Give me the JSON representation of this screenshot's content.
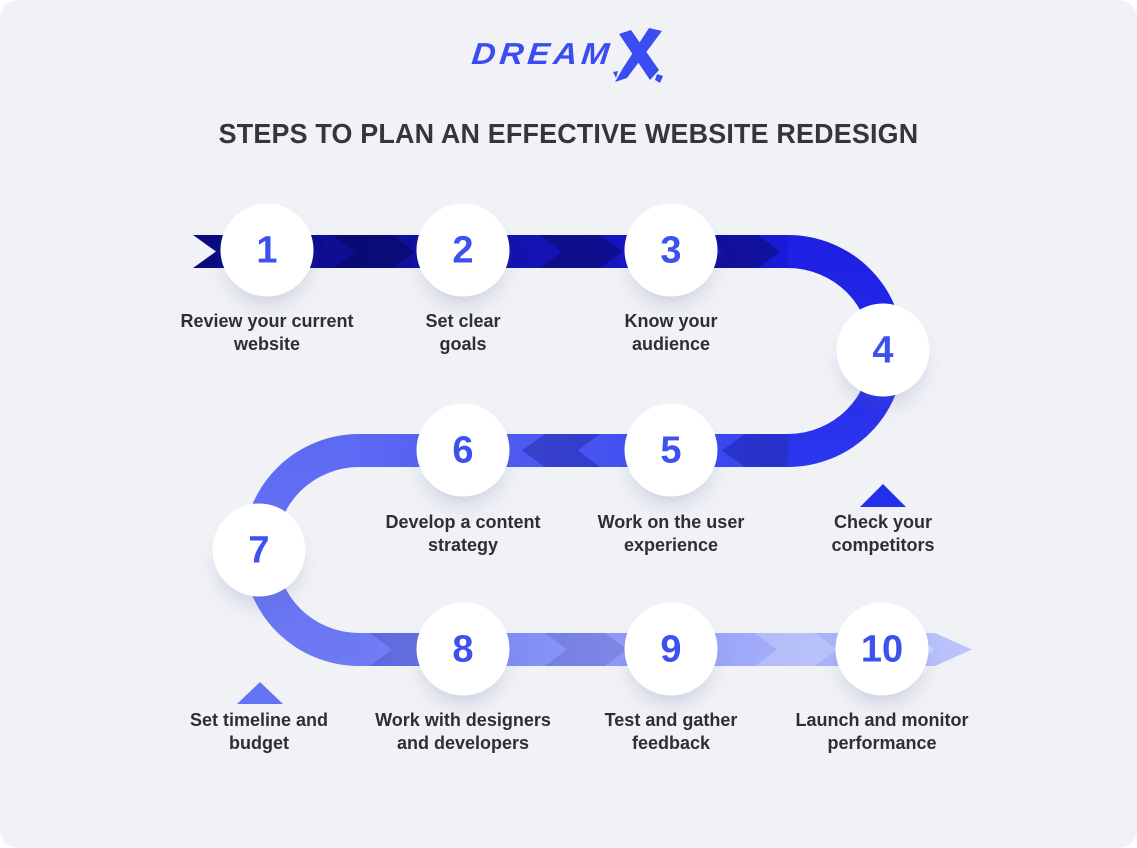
{
  "logo": {
    "text": "DREAM",
    "x_text": "X"
  },
  "title": "STEPS TO PLAN AN EFFECTIVE WEBSITE REDESIGN",
  "steps": [
    {
      "number": "1",
      "label": "Review your current\nwebsite"
    },
    {
      "number": "2",
      "label": "Set clear\ngoals"
    },
    {
      "number": "3",
      "label": "Know your\naudience"
    },
    {
      "number": "4",
      "label": "Check your\ncompetitors"
    },
    {
      "number": "5",
      "label": "Work on the user\nexperience"
    },
    {
      "number": "6",
      "label": "Develop a content\nstrategy"
    },
    {
      "number": "7",
      "label": "Set timeline and\nbudget"
    },
    {
      "number": "8",
      "label": "Work with designers\nand developers"
    },
    {
      "number": "9",
      "label": "Test and gather\nfeedback"
    },
    {
      "number": "10",
      "label": "Launch and monitor\nperformance"
    }
  ],
  "palette": {
    "background": "#f1f2f6",
    "band_start": "#0a0a7d",
    "band_row1_end": "#1a1ad8",
    "curve_right_top": "#1d1fe3",
    "curve_right_bottom": "#2c36ee",
    "band_row2_dark": "#3542f0",
    "band_row2_light": "#5c69f3",
    "curve_left_bottom": "#6e7af3",
    "band_end": "#bcc5fb",
    "number_blue": "#3c51ee",
    "logo_blue": "#3b4df2",
    "title_color": "#35363b",
    "label_color": "#2d2f35",
    "pointer_step4": "#2330ee",
    "pointer_step7": "#6473f3"
  }
}
